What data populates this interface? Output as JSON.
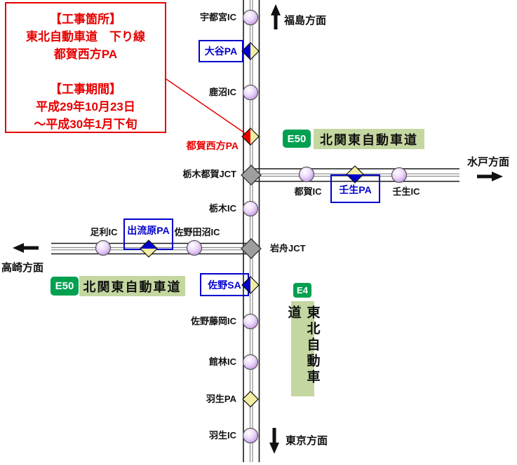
{
  "callout": {
    "lines": [
      "【工事箇所】",
      "東北自動車道　下り線",
      "都賀西方PA",
      "",
      "【工事期間】",
      "平成29年10月23日",
      "～平成30年1月下旬"
    ]
  },
  "directions": {
    "fukushima": "福島方面",
    "mito": "水戸方面",
    "takasaki": "高崎方面",
    "tokyo": "東京方面"
  },
  "routes": {
    "e50_badge": "E50",
    "e4_badge": "E4",
    "kitakanto_name": "北関東自動車道",
    "tohoku_name": "東北自動車道"
  },
  "stations": {
    "utsunomiya_ic": "宇都宮IC",
    "oya_pa": "大谷PA",
    "kanuma_ic": "鹿沼IC",
    "tsuganishikata_pa": "都賀西方PA",
    "tochigitsuga_jct": "栃木都賀JCT",
    "tochigi_ic": "栃木IC",
    "iwafune_jct": "岩舟JCT",
    "sano_sa": "佐野SA",
    "sanofujioka_ic": "佐野藤岡IC",
    "tatebayashi_ic": "館林IC",
    "hanyu_pa": "羽生PA",
    "hanyu_ic": "羽生IC",
    "tsuga_ic": "都賀IC",
    "mibu_pa": "壬生PA",
    "mibu_ic": "壬生IC",
    "ashikaga_ic": "足利IC",
    "izuruhara_pa": "出流原PA",
    "sanotanuma_ic": "佐野田沼IC"
  },
  "colors": {
    "construction_red": "#e60000",
    "pa_blue": "#0000cd",
    "route_badge_green": "#00a050",
    "road_name_green": "#c5d7a0",
    "ic_circle_purple": "#bf94e4",
    "pa_diamond_yellow": "#f2eda2",
    "jct_gray": "#9e9e9e"
  }
}
